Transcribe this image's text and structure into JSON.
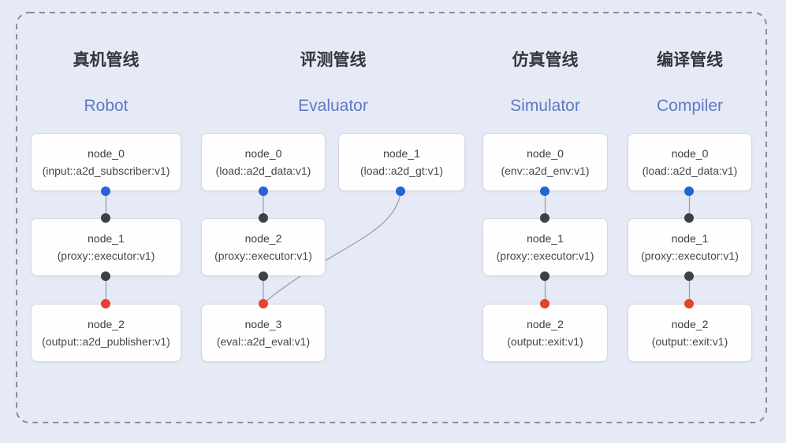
{
  "pipelines": [
    {
      "title_zh": "真机管线",
      "title_en": "Robot",
      "nodes": [
        {
          "name": "node_0",
          "type": "(input::a2d_subscriber:v1)"
        },
        {
          "name": "node_1",
          "type": "(proxy::executor:v1)"
        },
        {
          "name": "node_2",
          "type": "(output::a2d_publisher:v1)"
        }
      ]
    },
    {
      "title_zh": "评测管线",
      "title_en": "Evaluator",
      "nodes": [
        {
          "name": "node_0",
          "type": "(load::a2d_data:v1)"
        },
        {
          "name": "node_1",
          "type": "(load::a2d_gt:v1)"
        },
        {
          "name": "node_2",
          "type": "(proxy::executor:v1)"
        },
        {
          "name": "node_3",
          "type": "(eval::a2d_eval:v1)"
        }
      ]
    },
    {
      "title_zh": "仿真管线",
      "title_en": "Simulator",
      "nodes": [
        {
          "name": "node_0",
          "type": "(env::a2d_env:v1)"
        },
        {
          "name": "node_1",
          "type": "(proxy::executor:v1)"
        },
        {
          "name": "node_2",
          "type": "(output::exit:v1)"
        }
      ]
    },
    {
      "title_zh": "编译管线",
      "title_en": "Compiler",
      "nodes": [
        {
          "name": "node_0",
          "type": "(load::a2d_data:v1)"
        },
        {
          "name": "node_1",
          "type": "(proxy::executor:v1)"
        },
        {
          "name": "node_2",
          "type": "(output::exit:v1)"
        }
      ]
    }
  ],
  "colors": {
    "background": "#e6eaf6",
    "dashed_border": "#878d97",
    "box_border": "#d5d8de",
    "title_zh": "#34363a",
    "title_en": "#5e79c0",
    "node_text": "#3c3d40",
    "wire": "#99a0ac",
    "port_input_blue": "#2563d6",
    "port_internal_black": "#3f4042",
    "port_output_red": "#e8402f"
  }
}
